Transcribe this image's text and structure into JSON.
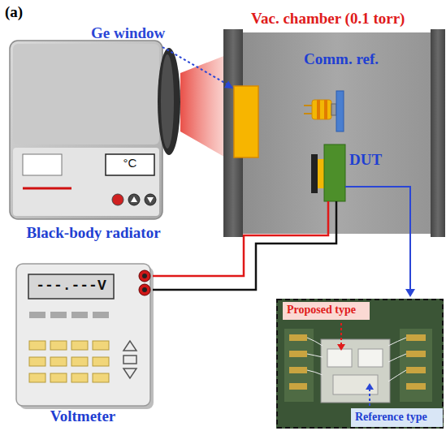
{
  "diagram": {
    "nodes": [
      {
        "text": [
          "°C",
          "Black-body radiator"
        ]
      },
      {
        "text": [
          "Vac. chamber (0.1 torr)"
        ]
      },
      {
        "text": [
          "Comm. ref."
        ],
        "in": 1
      },
      {
        "text": [
          "DUT"
        ],
        "in": 1
      },
      {
        "text": [
          "---.---V",
          "Voltmeter"
        ]
      },
      {
        "text": [
          "Proposed type"
        ]
      },
      {
        "text": [
          "Reference type"
        ]
      }
    ],
    "edges": [
      {
        "from": 3,
        "to": 4,
        "arrow": "none"
      },
      {
        "from": 3,
        "to": 4,
        "arrow": "none"
      }
    ],
    "labels": [
      "(a)",
      "Ge window"
    ]
  }
}
